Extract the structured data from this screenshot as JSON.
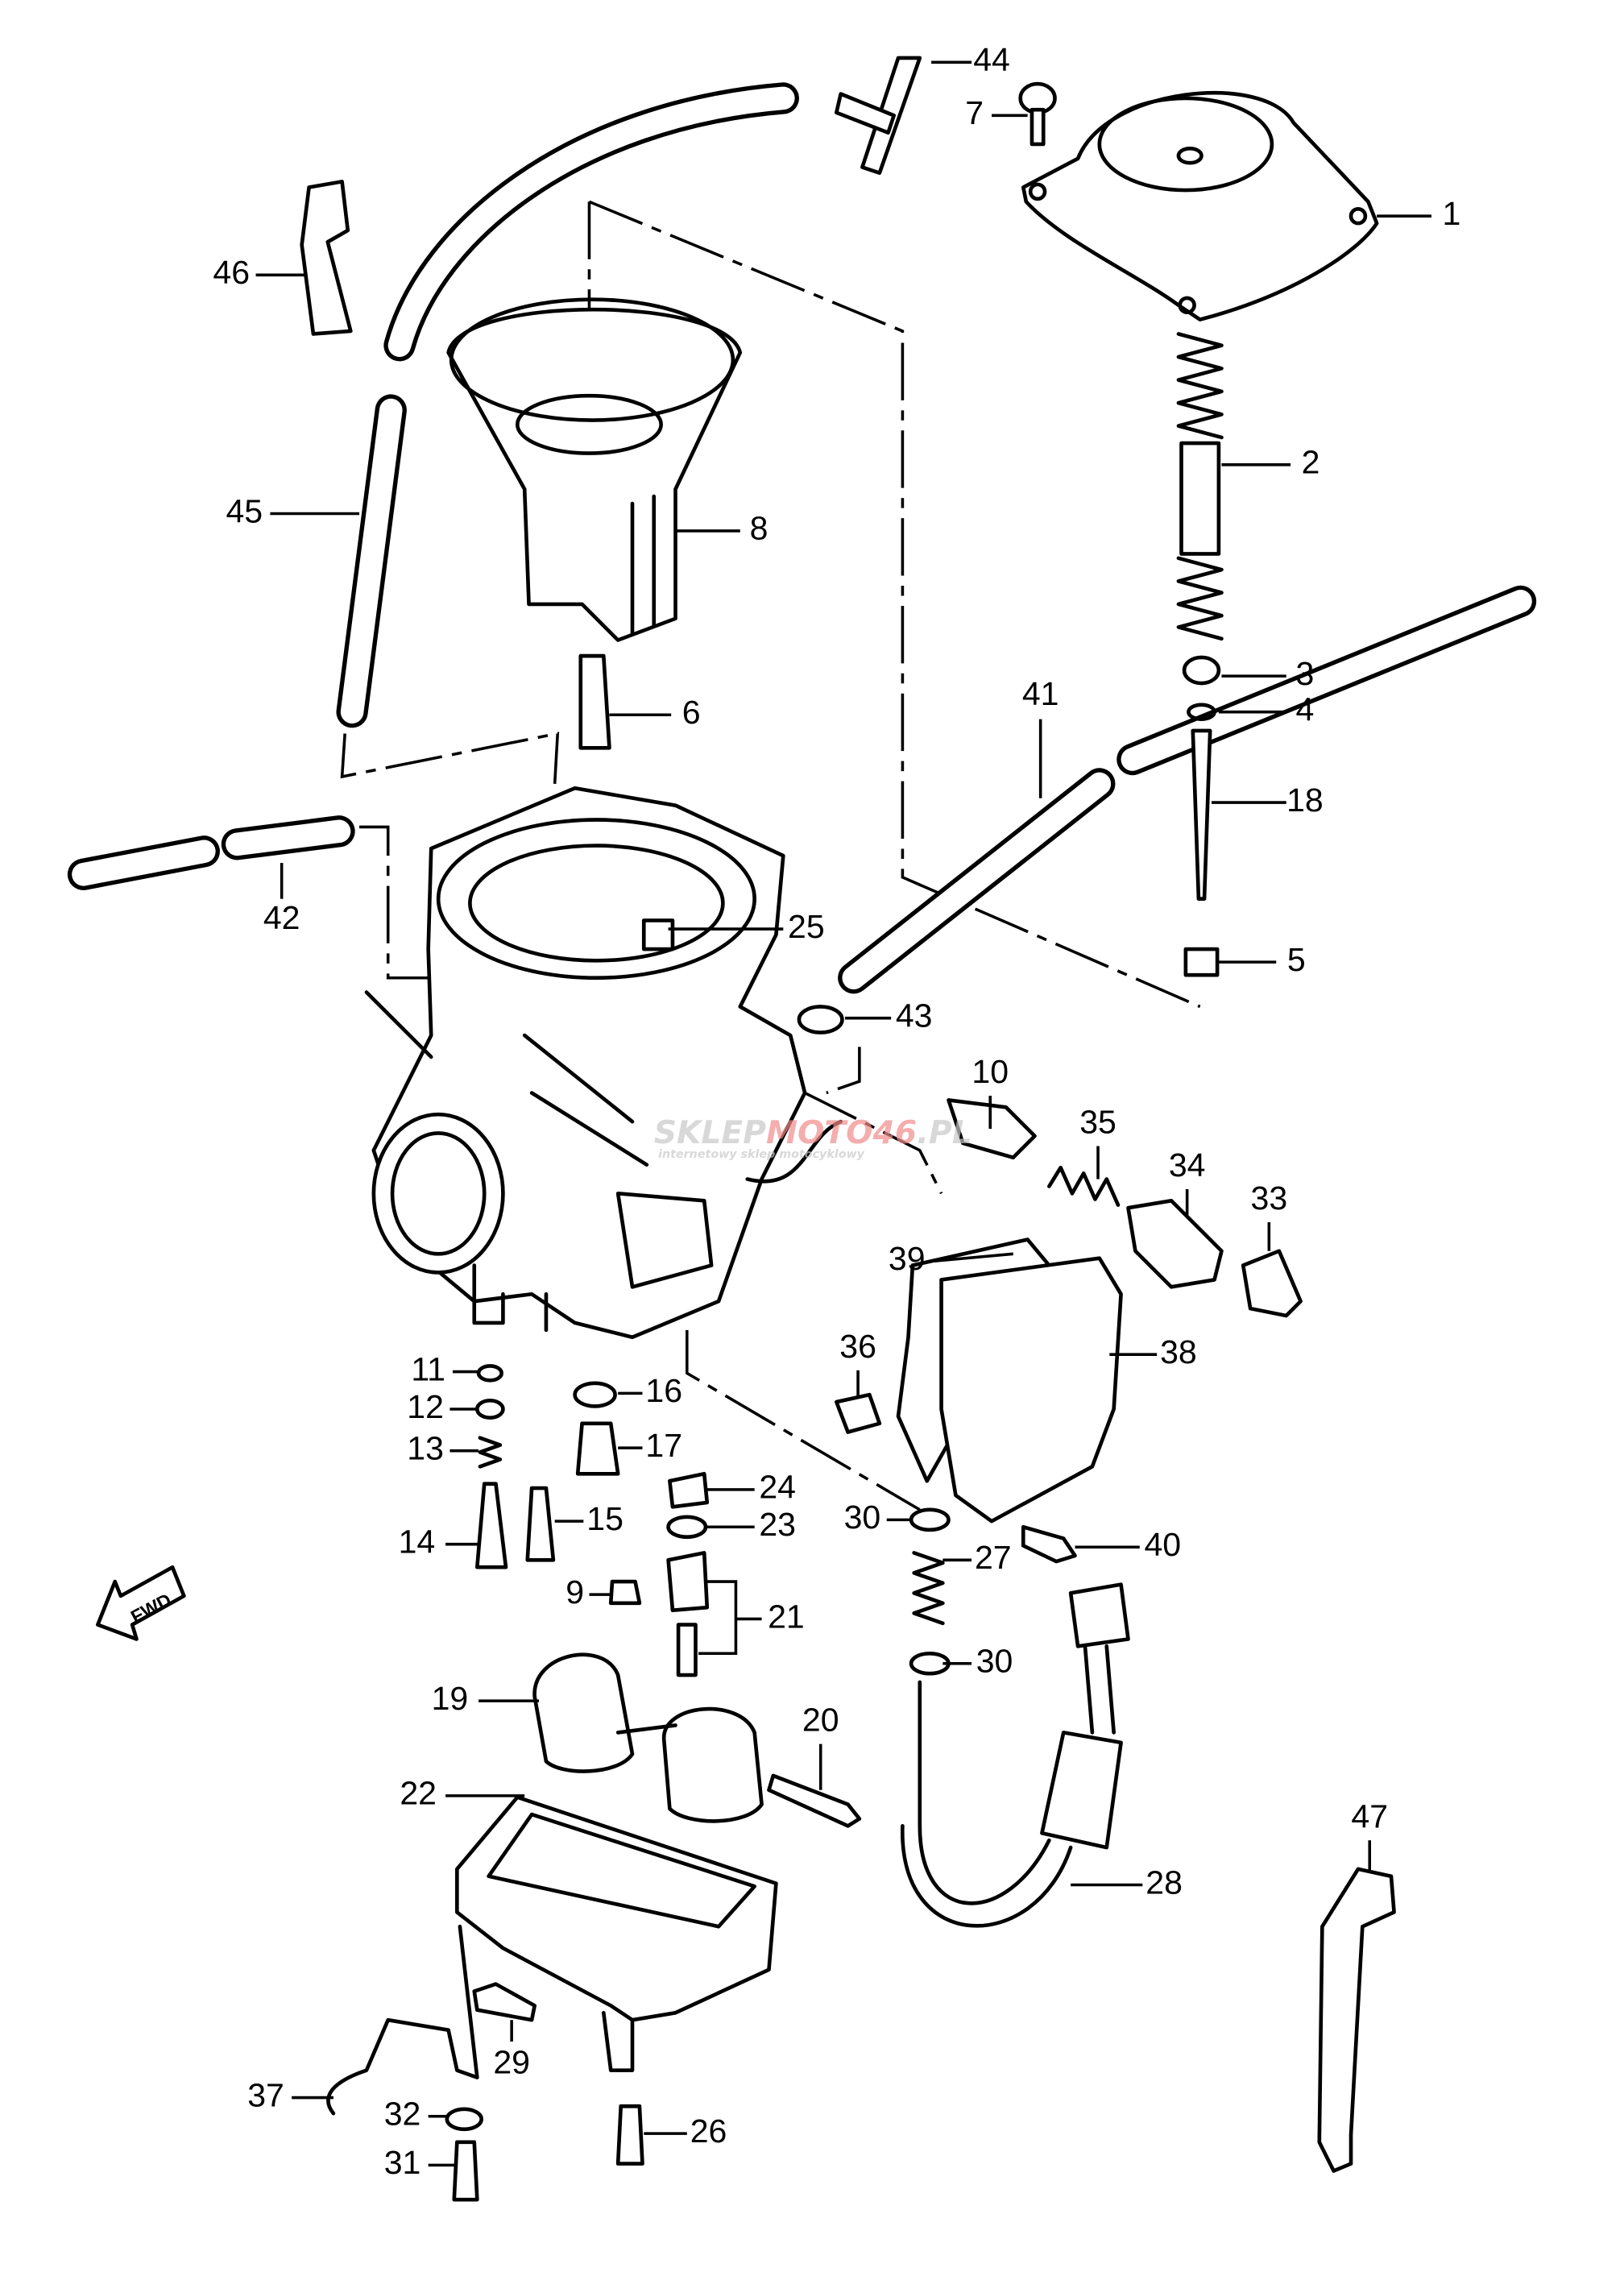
{
  "diagram": {
    "type": "exploded parts diagram (carburetor)",
    "callouts": [
      "1",
      "2",
      "3",
      "4",
      "5",
      "6",
      "7",
      "8",
      "9",
      "10",
      "11",
      "12",
      "13",
      "14",
      "15",
      "16",
      "17",
      "18",
      "19",
      "20",
      "21",
      "22",
      "23",
      "24",
      "25",
      "26",
      "27",
      "28",
      "29",
      "30",
      "30",
      "31",
      "32",
      "33",
      "34",
      "35",
      "36",
      "37",
      "38",
      "39",
      "40",
      "41",
      "42",
      "43",
      "44",
      "45",
      "46",
      "47"
    ],
    "direction_marker": "FWD"
  },
  "watermark": {
    "brand_a": "SKLEP",
    "brand_b": "MOTO",
    "brand_c": "46",
    "brand_d": ".PL",
    "tagline": "internetowy sklep motocyklowy",
    "accent": "#f28b8b",
    "grey": "#c8c8c8"
  }
}
